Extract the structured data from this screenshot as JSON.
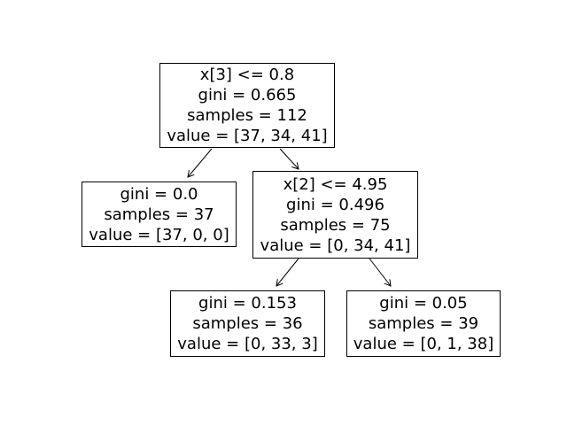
{
  "figure": {
    "background_color": "#ffffff",
    "box_fill_color": "#ffffff",
    "box_border_color": "#000000",
    "text_color": "#000000"
  },
  "tree": {
    "type": "decision-tree-plot",
    "nodes": [
      {
        "id": "root",
        "lines": [
          "x[3] <= 0.8",
          "gini = 0.665",
          "samples = 112",
          "value = [37, 34, 41]"
        ]
      },
      {
        "id": "left-leaf",
        "lines": [
          "gini = 0.0",
          "samples = 37",
          "value = [37, 0, 0]"
        ]
      },
      {
        "id": "right-internal",
        "lines": [
          "x[2] <= 4.95",
          "gini = 0.496",
          "samples = 75",
          "value = [0, 34, 41]"
        ]
      },
      {
        "id": "right-left-leaf",
        "lines": [
          "gini = 0.153",
          "samples = 36",
          "value = [0, 33, 3]"
        ]
      },
      {
        "id": "right-right-leaf",
        "lines": [
          "gini = 0.05",
          "samples = 39",
          "value = [0, 1, 38]"
        ]
      }
    ],
    "edges": [
      {
        "from": "root",
        "to": "left-leaf"
      },
      {
        "from": "root",
        "to": "right-internal"
      },
      {
        "from": "right-internal",
        "to": "right-left-leaf"
      },
      {
        "from": "right-internal",
        "to": "right-right-leaf"
      }
    ]
  }
}
